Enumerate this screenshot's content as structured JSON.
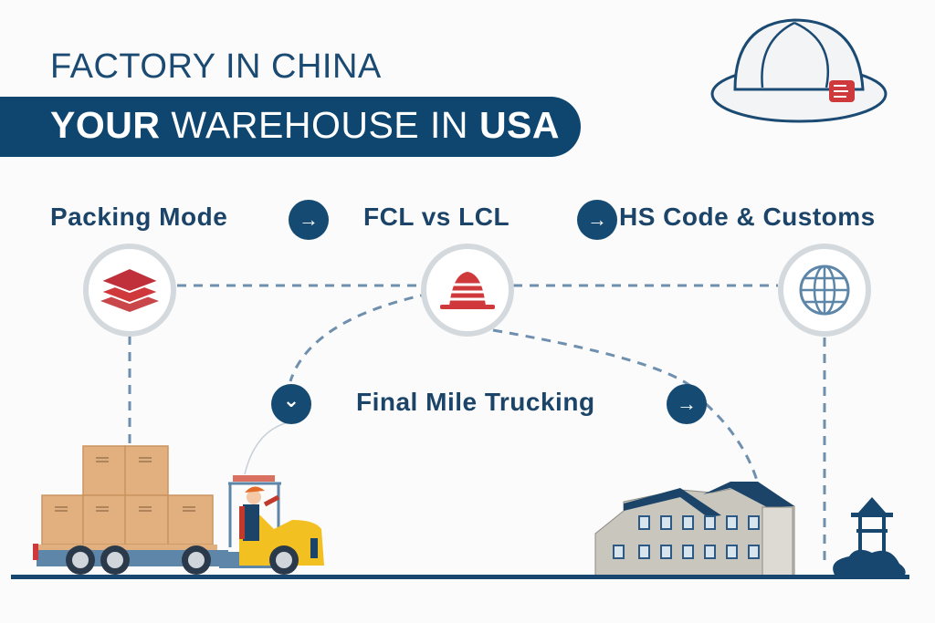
{
  "header": {
    "line1": "FACTORY IN CHINA",
    "line2_bold_start": "YOUR",
    "line2_middle": " WAREHOUSE IN ",
    "line2_bold_end": "USA"
  },
  "steps": [
    {
      "label": "Packing Mode",
      "icon": "stacked-layers-icon"
    },
    {
      "label": "FCL vs LCL",
      "icon": "striped-hat-icon"
    },
    {
      "label": "HS Code & Customs",
      "icon": "globe-icon"
    }
  ],
  "final_step": {
    "label": "Final Mile Trucking"
  },
  "arrows": {
    "right": "→",
    "down": "⌄"
  },
  "colors": {
    "navy": "#0f4670",
    "red": "#d0393b",
    "box": "#e2b07f",
    "forklift": "#f2c021",
    "building": "#c9c6bd"
  }
}
